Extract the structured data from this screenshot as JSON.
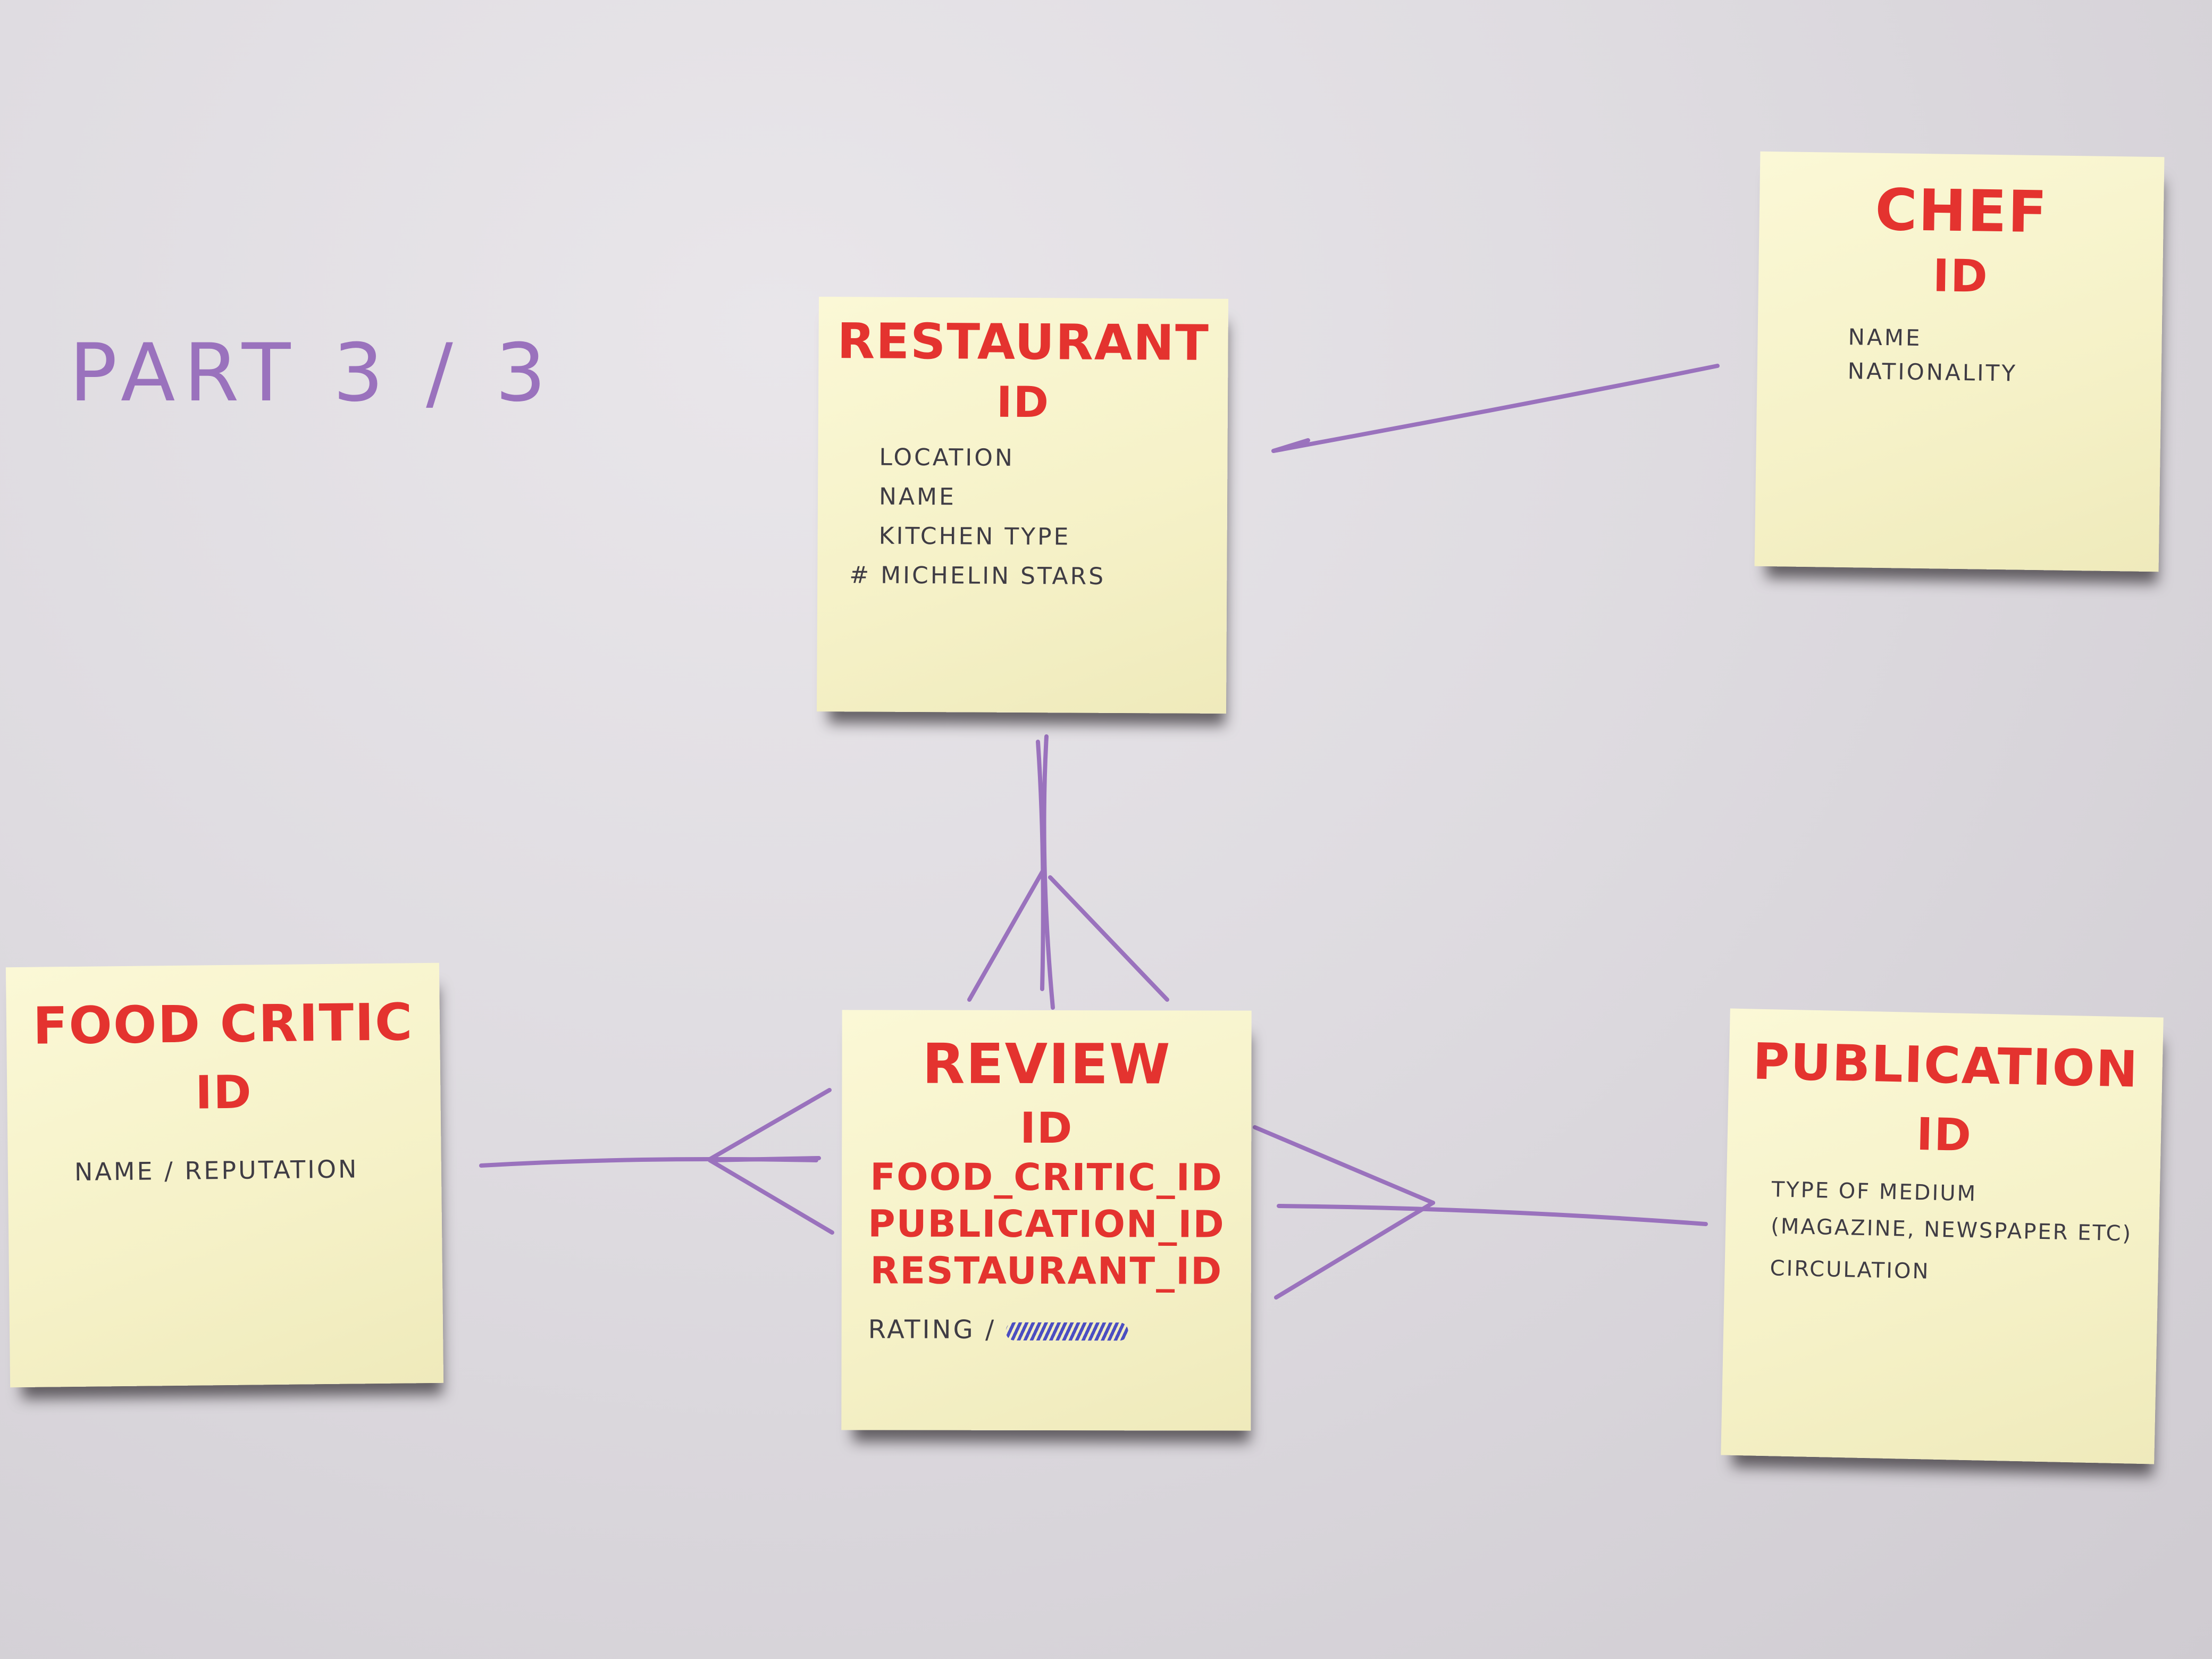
{
  "label": "PART 3 / 3",
  "entities": {
    "restaurant": {
      "title": "RESTAURANT",
      "pk": "ID",
      "attributes": [
        "LOCATION",
        "NAME",
        "KITCHEN TYPE",
        "# MICHELIN STARS"
      ]
    },
    "chef": {
      "title": "CHEF",
      "pk": "ID",
      "attributes": [
        "NAME",
        "NATIONALITY"
      ]
    },
    "food_critic": {
      "title": "FOOD CRITIC",
      "pk": "ID",
      "attributes": [
        "NAME / REPUTATION"
      ]
    },
    "review": {
      "title": "REVIEW",
      "pk": "ID",
      "foreign_keys": [
        "FOOD_CRITIC_ID",
        "PUBLICATION_ID",
        "RESTAURANT_ID"
      ],
      "attributes": [
        "RATING /"
      ]
    },
    "publication": {
      "title": "PUBLICATION",
      "pk": "ID",
      "attributes": [
        "TYPE OF MEDIUM",
        "(MAGAZINE, NEWSPAPER ETC)",
        "CIRCULATION"
      ]
    }
  },
  "colors": {
    "entity_key_text": "#e4332f",
    "attribute_text": "#3f3c44",
    "connector_marker": "#9a72bd",
    "sticky_note": "#f7f3cb",
    "whiteboard": "#dedbe0"
  }
}
